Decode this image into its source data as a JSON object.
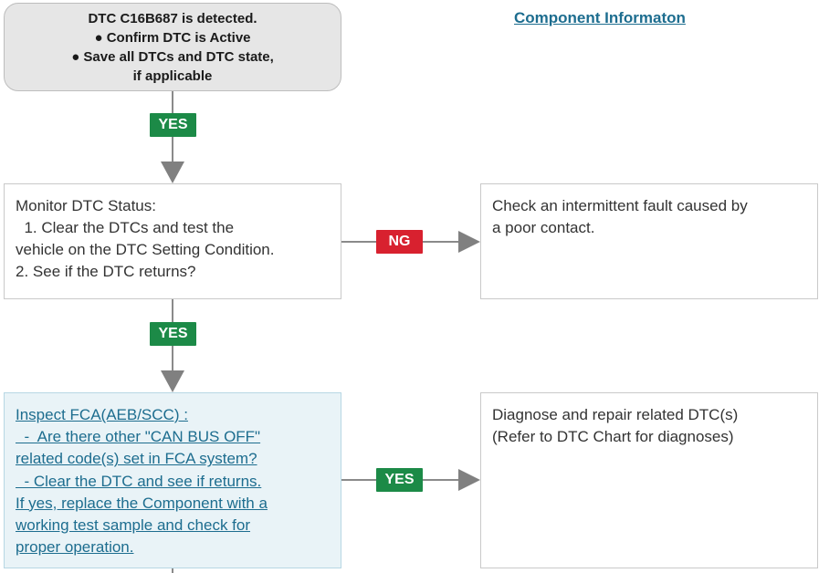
{
  "start_box": {
    "lines": [
      "DTC C16B687 is detected.",
      "● Confirm DTC is Active",
      "● Save all DTCs and DTC state,",
      "if applicable"
    ]
  },
  "component_link": "Component Informaton",
  "monitor_box": {
    "lines": [
      "Monitor DTC Status:",
      "  1. Clear the DTCs and test the",
      "vehicle on the DTC Setting Condition.",
      "2. See if the DTC returns?"
    ]
  },
  "intermittent_box": {
    "lines": [
      "Check an intermittent fault caused by",
      "a poor contact."
    ]
  },
  "inspect_box": {
    "lines": [
      "Inspect FCA(AEB/SCC) :",
      "  -  Are there other \"CAN BUS OFF\"",
      "related code(s) set in FCA system?",
      "  - Clear the DTC and see if returns.",
      "If yes, replace the Component with a",
      "working test sample and check for",
      "proper operation."
    ]
  },
  "repair_box": {
    "lines": [
      "Diagnose and repair related DTC(s)",
      "(Refer to DTC Chart for diagnoses)"
    ]
  },
  "labels": {
    "yes": "YES",
    "ng": "NG"
  },
  "colors": {
    "yes": "#1c8a47",
    "ng": "#d8212f",
    "link": "#1d6d8f",
    "arrow": "#808080"
  }
}
